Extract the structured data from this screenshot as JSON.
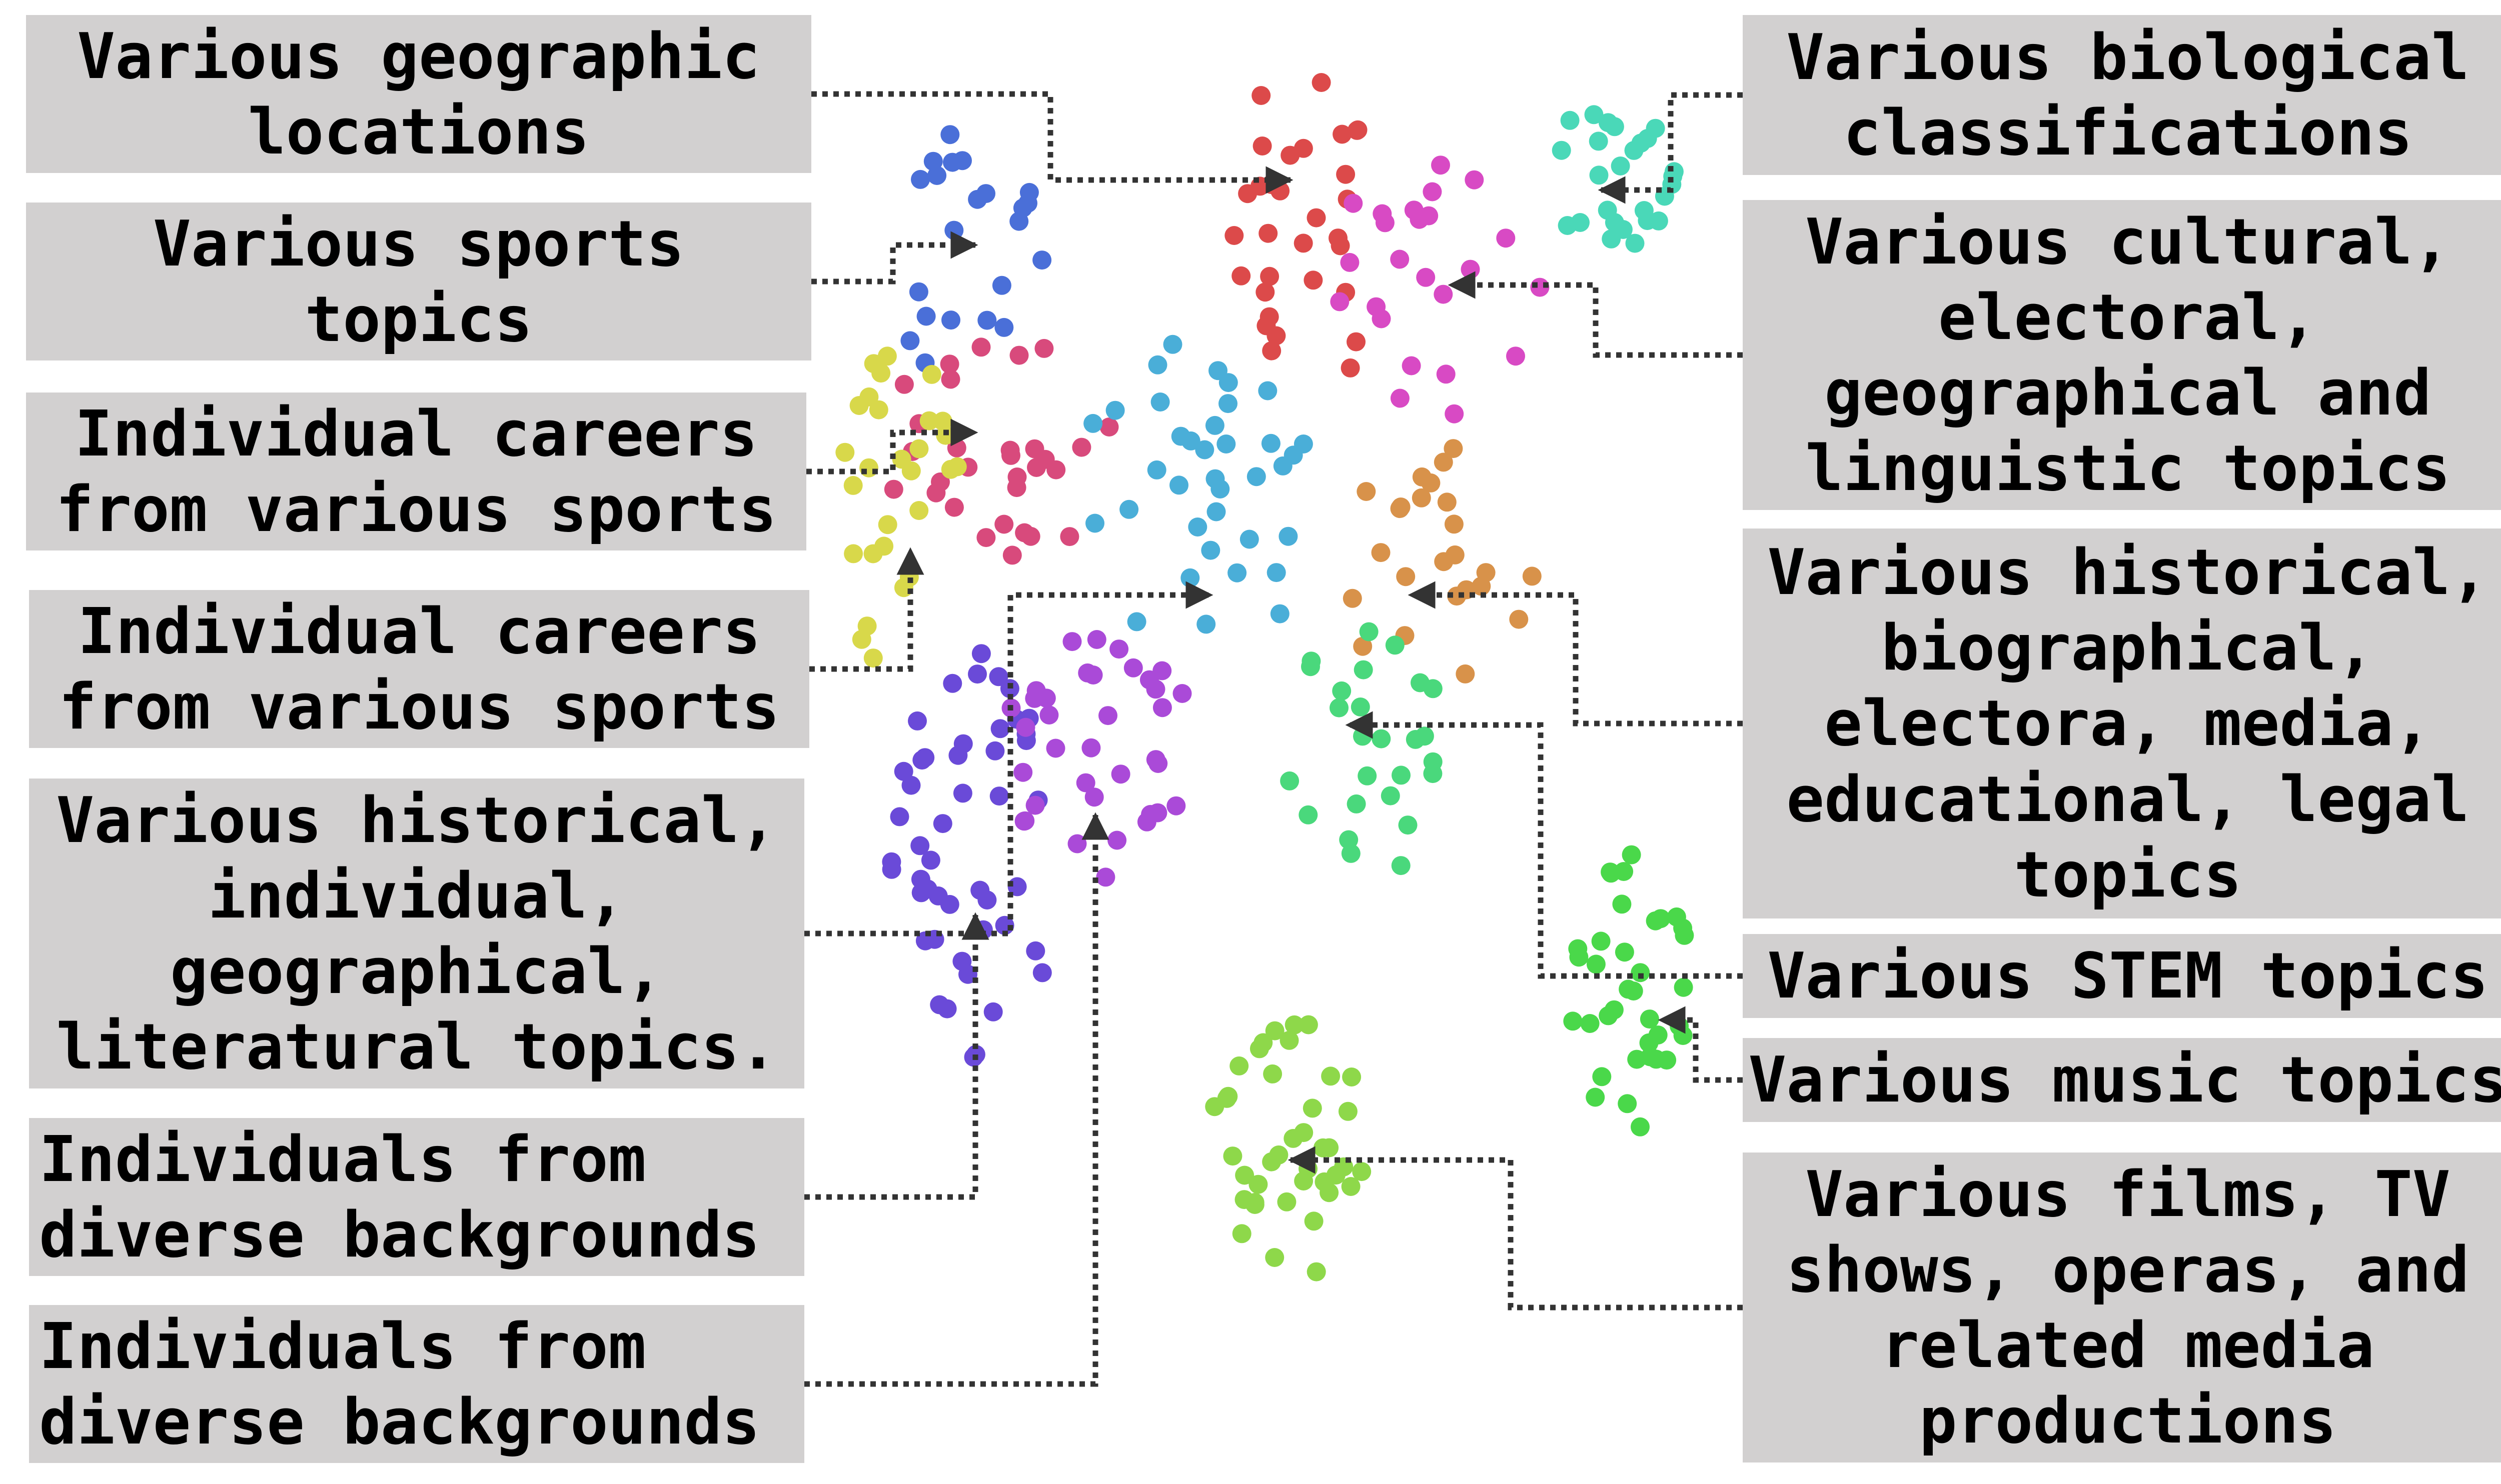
{
  "labels": {
    "geographic": "Various geographic\nlocations",
    "sports": "Various sports\ntopics",
    "careers1": "Individual careers\nfrom various sports",
    "careers2": "Individual careers\nfrom various sports",
    "historical_individual": "Various historical,\nindividual,\ngeographical,\nliteratural topics.",
    "diverse1": "Individuals from\ndiverse backgrounds",
    "diverse2": "Individuals from\ndiverse backgrounds",
    "biological": "Various biological\nclassifications",
    "cultural": "Various cultural,\nelectoral,\ngeographical and\nlinguistic topics",
    "historical_bio": "Various historical,\nbiographical,\nelectora, media,\neducational, legal\ntopics",
    "stem": "Various STEM topics",
    "music": "Various music topics",
    "films": "Various films, TV\nshows, operas, and\nrelated media\nproductions"
  },
  "colors": {
    "blue": "#4a6fd8",
    "red": "#dc4a4a",
    "teal": "#4ad8b8",
    "magenta": "#d84ac4",
    "pink": "#d84a7c",
    "yellow": "#d8d84a",
    "skyblue": "#4aaed8",
    "orange": "#d8924a",
    "violet": "#6a4ad8",
    "purple": "#aa4ad8",
    "green_teal": "#4ad87c",
    "green": "#4ad84a",
    "lime": "#8ed84a",
    "box": "#d2d0d0",
    "connector": "#333333"
  }
}
